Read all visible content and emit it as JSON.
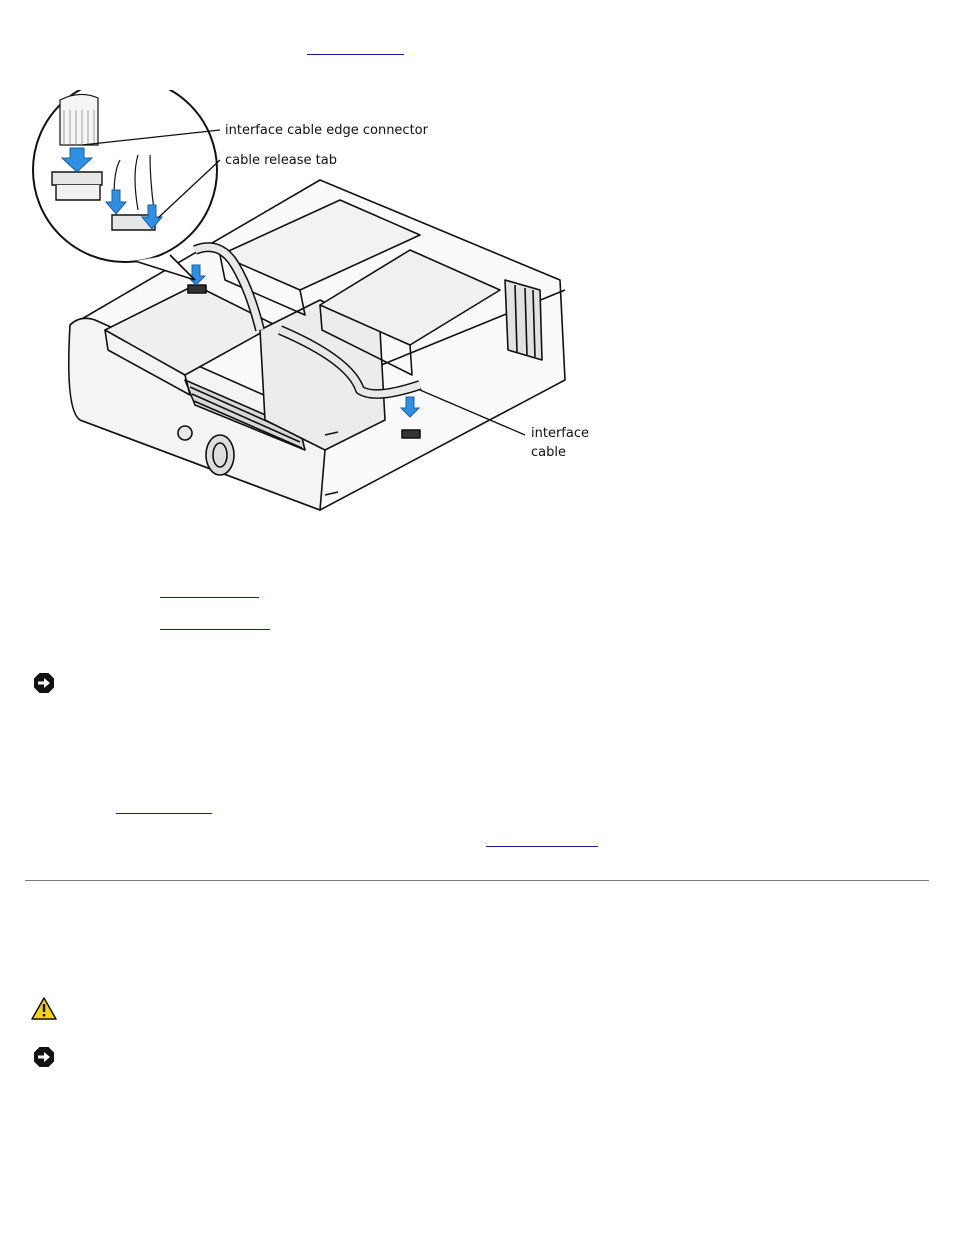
{
  "figure": {
    "labels": {
      "edge_connector": "interface cable edge connector",
      "release_tab": "cable release tab",
      "interface_cable_line1": "interface",
      "interface_cable_line2": "cable"
    }
  },
  "icons": {
    "notice_1": "notice-icon",
    "caution": "caution-icon",
    "notice_2": "notice-icon"
  },
  "colors": {
    "link": "#1a1aa8",
    "arrow": "#2f8fe0",
    "caution": "#f2d21b"
  }
}
